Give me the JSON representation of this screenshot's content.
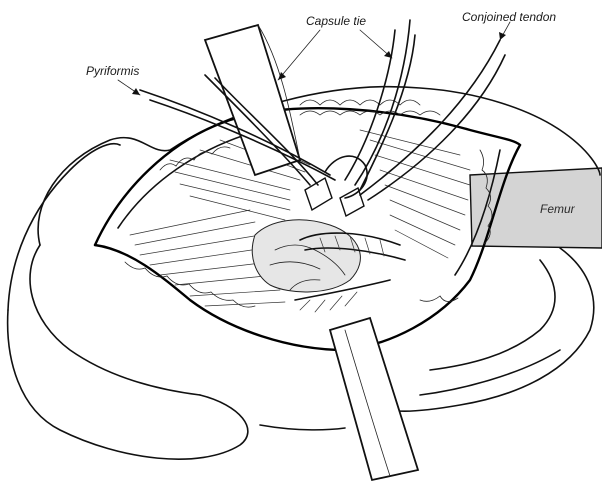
{
  "labels": {
    "pyriformis": "Pyriformis",
    "capsule_tie": "Capsule tie",
    "conjoined_tendon": "Conjoined tendon",
    "femur": "Femur"
  },
  "colors": {
    "ink": "#111111",
    "femur_fill": "#d4d4d4",
    "capsule_fill": "#e6e6e6",
    "paper": "#ffffff"
  }
}
